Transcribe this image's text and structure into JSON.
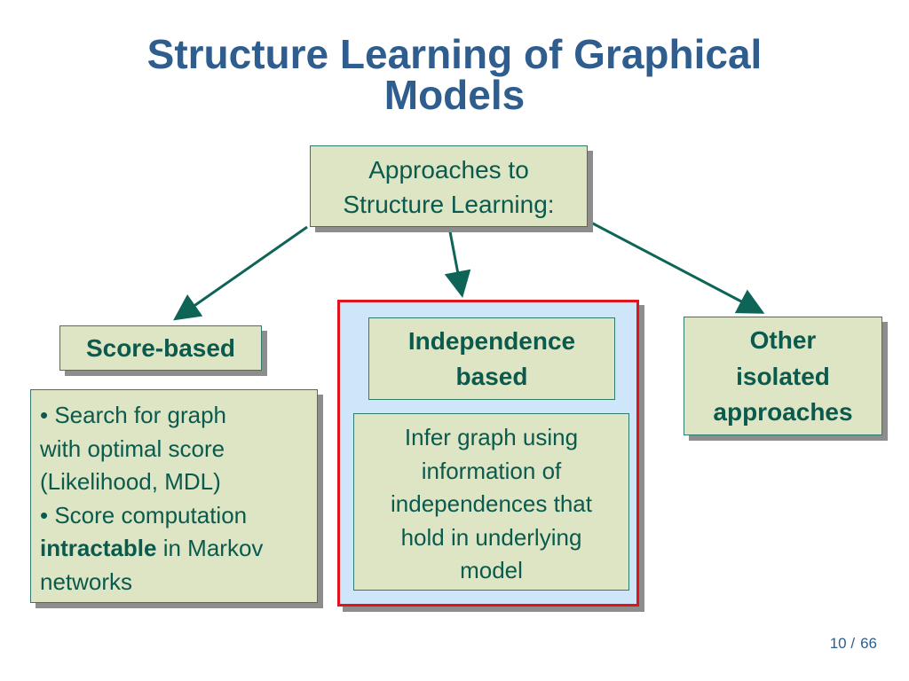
{
  "slide": {
    "title_line1": "Structure Learning of Graphical",
    "title_line2": "Models",
    "page_current": "10 /",
    "page_total": "66"
  },
  "diagram": {
    "root": {
      "line1": "Approaches to",
      "line2": "Structure Learning:"
    },
    "score_based": {
      "label": "Score-based",
      "bullet1_line1": "• Search for graph",
      "bullet1_line2": "with optimal score",
      "bullet1_line3": "(Likelihood, MDL)",
      "bullet2_line1": "• Score computation",
      "bullet2_bold": "intractable",
      "bullet2_rest": " in Markov",
      "bullet2_line3": "networks"
    },
    "independence_based": {
      "line1": "Independence",
      "line2": "based",
      "desc_line1": "Infer graph using",
      "desc_line2": "information of",
      "desc_line3": "independences that",
      "desc_line4": "hold in underlying",
      "desc_line5": "model"
    },
    "other": {
      "line1": "Other",
      "line2": "isolated",
      "line3": "approaches"
    },
    "colors": {
      "title": "#2e5d8e",
      "box_fill": "#dde5c4",
      "box_text": "#0a5a4e",
      "arrow": "#0d6457",
      "highlight_border": "#e0141c",
      "highlight_fill": "#cfe6fa"
    }
  }
}
